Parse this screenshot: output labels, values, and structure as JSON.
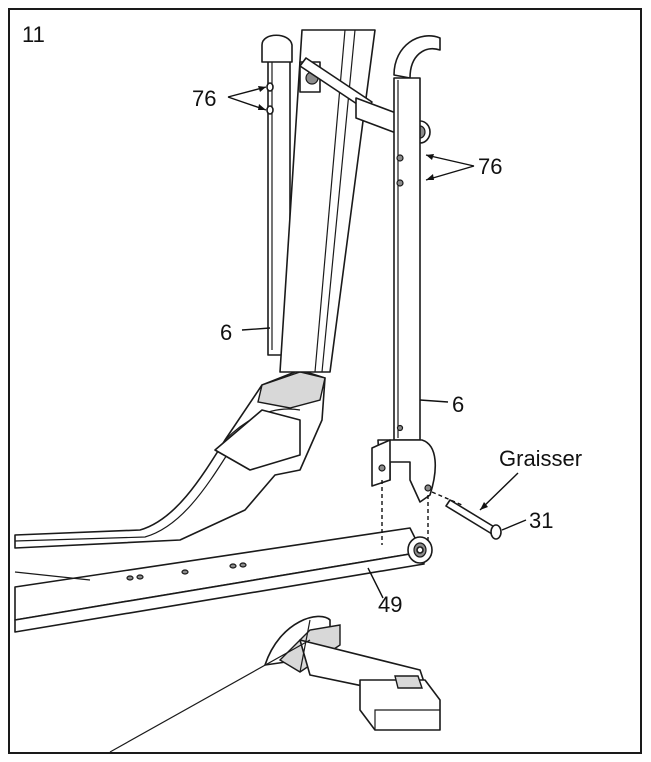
{
  "figure": {
    "step_number": "11",
    "labels": {
      "part_76_left": "76",
      "part_76_right": "76",
      "part_6_left": "6",
      "part_6_right": "6",
      "grease": "Graisser",
      "part_31": "31",
      "part_49": "49"
    },
    "colors": {
      "line": "#1a1a1a",
      "shade_light": "#d8d8d8",
      "shade_dark": "#8c8c8c",
      "background": "#ffffff"
    }
  }
}
